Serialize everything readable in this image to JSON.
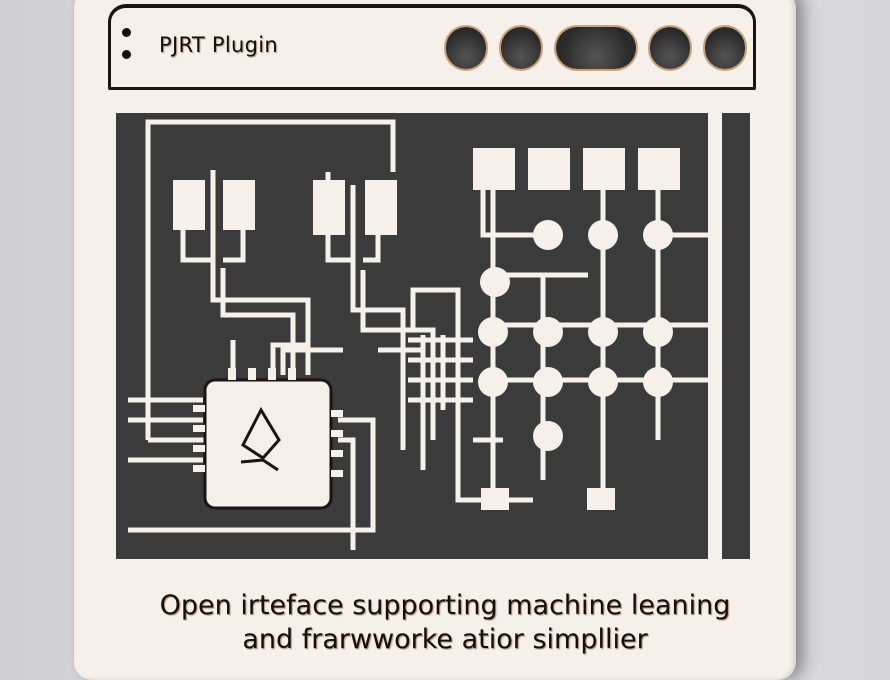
{
  "header": {
    "title": "PJRT Plugin"
  },
  "caption": {
    "line1": "Open irteface supporting machine leaning",
    "line2": "and frarwworke atior simpllier"
  },
  "colors": {
    "plaque": "#f5f0ea",
    "cutout": "#3a3a3a",
    "ink": "#15100d"
  }
}
